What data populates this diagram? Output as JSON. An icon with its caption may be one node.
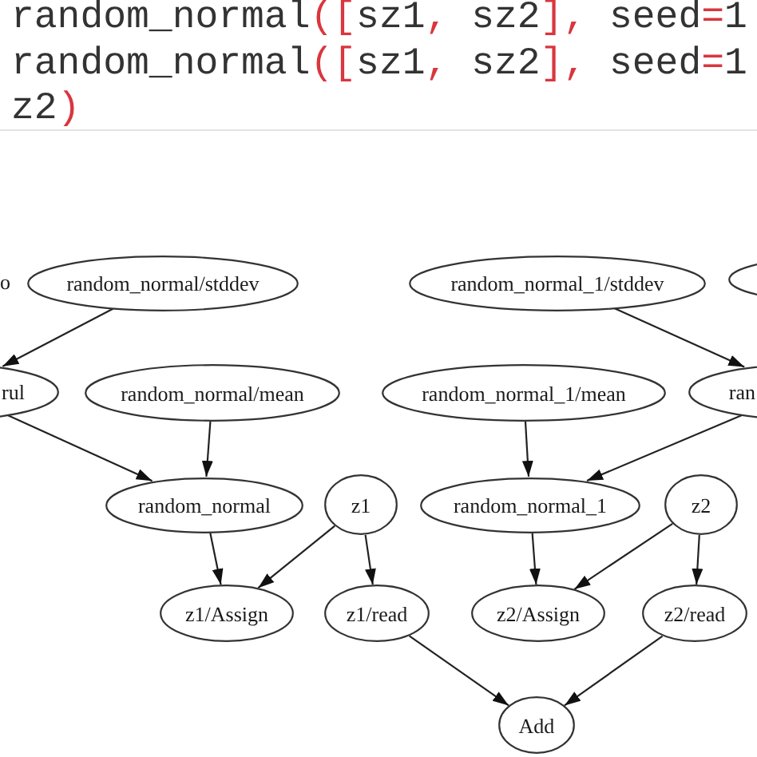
{
  "diagram": {
    "nodes": [
      {
        "text": [
          "random_normal/stddev"
        ]
      },
      {
        "text": [
          "random_normal_1/stddev"
        ]
      },
      {
        "text": [],
        "shape": "ellipse"
      },
      {
        "text": [
          "rul"
        ]
      },
      {
        "text": [
          "random_normal/mean"
        ]
      },
      {
        "text": [
          "random_normal_1/mean"
        ]
      },
      {
        "text": [
          "ran"
        ]
      },
      {
        "text": [
          "random_normal"
        ]
      },
      {
        "text": [
          "z1"
        ]
      },
      {
        "text": [
          "random_normal_1"
        ]
      },
      {
        "text": [
          "z2"
        ]
      },
      {
        "text": [
          "z1/Assign"
        ]
      },
      {
        "text": [
          "z1/read"
        ]
      },
      {
        "text": [
          "z2/Assign"
        ]
      },
      {
        "text": [
          "z2/read"
        ]
      },
      {
        "text": [
          "Add"
        ]
      }
    ],
    "edges": [
      {
        "from": 0,
        "to": 3,
        "arrow": "to"
      },
      {
        "from": 3,
        "to": 7,
        "arrow": "to"
      },
      {
        "from": 4,
        "to": 7,
        "arrow": "to"
      },
      {
        "from": 1,
        "to": 6,
        "arrow": "to"
      },
      {
        "from": 5,
        "to": 9,
        "arrow": "to"
      },
      {
        "from": 6,
        "to": 9,
        "arrow": "to"
      },
      {
        "from": 7,
        "to": 11,
        "arrow": "to"
      },
      {
        "from": 8,
        "to": 11,
        "arrow": "to"
      },
      {
        "from": 8,
        "to": 12,
        "arrow": "to"
      },
      {
        "from": 9,
        "to": 13,
        "arrow": "to"
      },
      {
        "from": 10,
        "to": 13,
        "arrow": "to"
      },
      {
        "from": 10,
        "to": 14,
        "arrow": "to"
      },
      {
        "from": 12,
        "to": 15,
        "arrow": "to"
      },
      {
        "from": 14,
        "to": 15,
        "arrow": "to"
      }
    ],
    "labels": [
      "random_normal([sz1, sz2], seed=1",
      "random_normal([sz1, sz2], seed=1",
      "z2)",
      "o"
    ]
  }
}
